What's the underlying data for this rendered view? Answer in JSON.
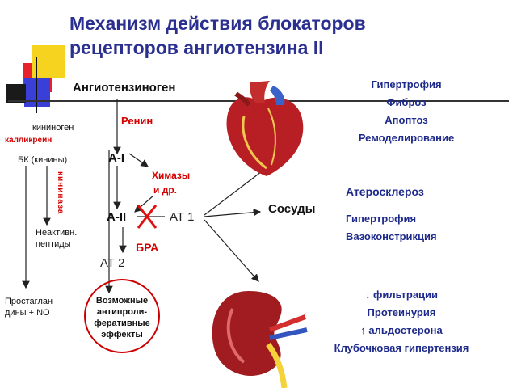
{
  "title": {
    "line1": "Механизм действия  блокаторов",
    "line2": "рецепторов ангиотензина II"
  },
  "nodes": {
    "angiotensinogen": "Ангиотензиноген",
    "renin": "Ренин",
    "kininogen": "кининоген",
    "kallikrein": "калликреин",
    "bk": "БК (кинины)",
    "kininase": "кининаза",
    "inactive_line1": "Неактивн.",
    "inactive_line2": "пептиды",
    "prostaglandins_line1": "Простаглан",
    "prostaglandins_line2": "дины + NO",
    "a1": "А-I",
    "chymases_line1": "Химазы",
    "chymases_line2": "и др.",
    "a2": "А-II",
    "at1": "АТ 1",
    "at2": "АТ 2",
    "bra": "БРА",
    "vessels": "Сосуды",
    "possible_line1": "Возможные",
    "possible_line2": "антипроли-",
    "possible_line3": "феративные",
    "possible_line4": "эффекты"
  },
  "heart_effects": [
    "Гипертрофия",
    "Фиброз",
    "Апоптоз",
    "Ремоделирование"
  ],
  "atherosclerosis": "Атеросклероз",
  "vessel_effects": [
    "Гипертрофия",
    "Вазоконстрикция"
  ],
  "kidney_effects": [
    "↓ фильтрации",
    "Протеинурия",
    "↑ альдостерона",
    "Клубочковая гипертензия"
  ],
  "colors": {
    "title": "#2b2f8f",
    "effects": "#1d2a8a",
    "bra": "#d40000",
    "ellipse": "#cc0000"
  },
  "icons": [
    "heart-illustration",
    "kidney-illustration",
    "corner-squares-decoration",
    "block-cross-icon"
  ]
}
